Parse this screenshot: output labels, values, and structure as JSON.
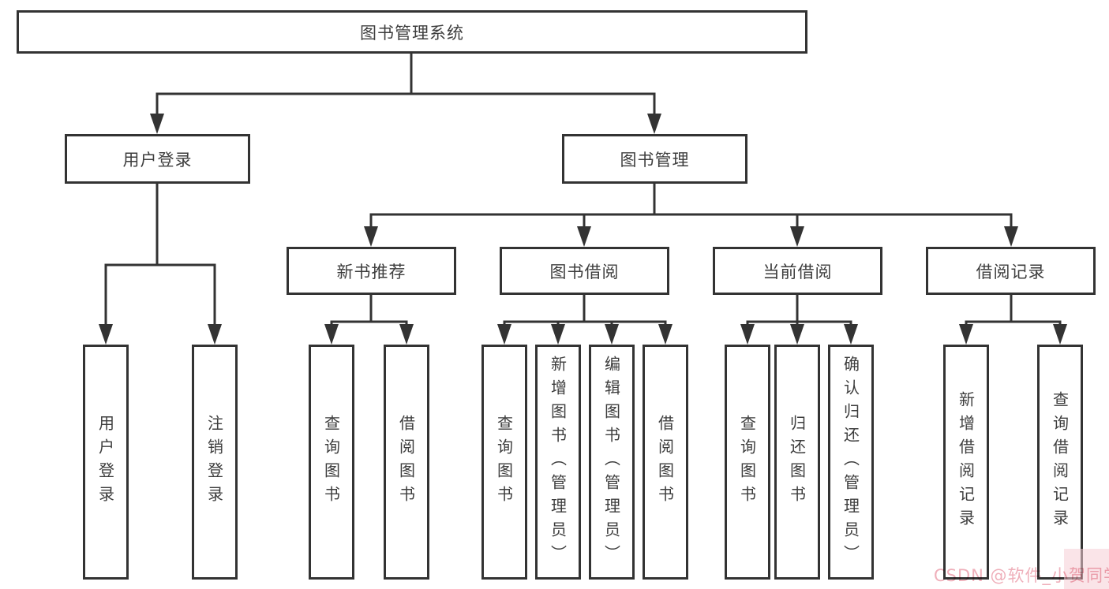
{
  "diagram": {
    "root": {
      "label": "图书管理系统"
    },
    "login": {
      "label": "用户登录",
      "children": [
        {
          "label": "用户登录"
        },
        {
          "label": "注销登录"
        }
      ]
    },
    "management": {
      "label": "图书管理",
      "groups": [
        {
          "label": "新书推荐",
          "children": [
            {
              "label": "查询图书"
            },
            {
              "label": "借阅图书"
            }
          ]
        },
        {
          "label": "图书借阅",
          "children": [
            {
              "label": "查询图书"
            },
            {
              "label": "新增图书（管理员）"
            },
            {
              "label": "编辑图书（管理员）"
            },
            {
              "label": "借阅图书"
            }
          ]
        },
        {
          "label": "当前借阅",
          "children": [
            {
              "label": "查询图书"
            },
            {
              "label": "归还图书"
            },
            {
              "label": "确认归还（管理员）"
            }
          ]
        },
        {
          "label": "借阅记录",
          "children": [
            {
              "label": "新增借阅记录"
            },
            {
              "label": "查询借阅记录"
            }
          ]
        }
      ]
    }
  },
  "watermark": {
    "text": "CSDN @软件_小贺同学"
  },
  "colors": {
    "line": "#333333",
    "box_border": "#333333",
    "text": "#3d3d3d",
    "background": "#ffffff",
    "watermark_pink": "#e16e82"
  }
}
